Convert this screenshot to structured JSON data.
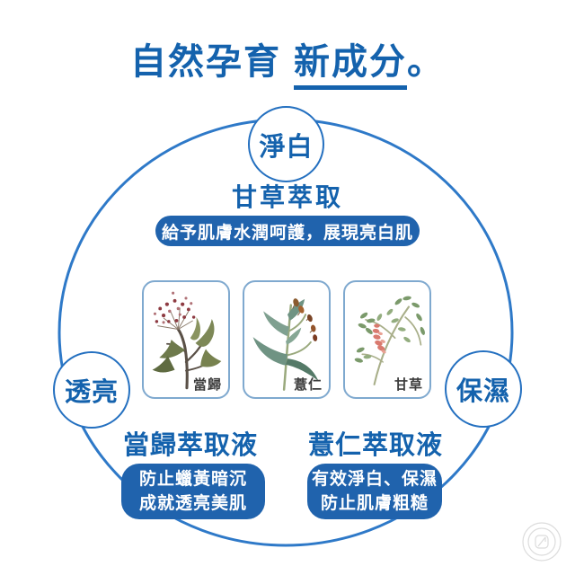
{
  "title": {
    "prefix": "自然孕育",
    "highlight": "新成分",
    "suffix": "。"
  },
  "colors": {
    "accent_text_blue": "#1462ad",
    "pill_blue": "#2063ad",
    "ring_blue": "#2e79c8",
    "badge_border_blue": "#2470c0",
    "card_border_blue": "#7fa9cf",
    "card_label_gray": "#3d3d3d",
    "watermark_gray": "#dcdcdc"
  },
  "diagram": {
    "badges": {
      "top": "淨白",
      "left": "透亮",
      "right": "保濕"
    },
    "licorice_section": {
      "heading": "甘草萃取",
      "pill": "給予肌膚水潤呵護，展現亮白肌"
    },
    "cards": [
      {
        "label": "當歸",
        "illustration": "angelica-illustration"
      },
      {
        "label": "薏仁",
        "illustration": "jobs-tears-illustration"
      },
      {
        "label": "甘草",
        "illustration": "licorice-illustration"
      }
    ],
    "extracts": [
      {
        "name": "當歸萃取液",
        "pill_line1": "防止蠟黃暗沉",
        "pill_line2": "成就透亮美肌"
      },
      {
        "name": "薏仁萃取液",
        "pill_line1": "有效淨白、保濕",
        "pill_line2": "防止肌膚粗糙"
      }
    ]
  }
}
